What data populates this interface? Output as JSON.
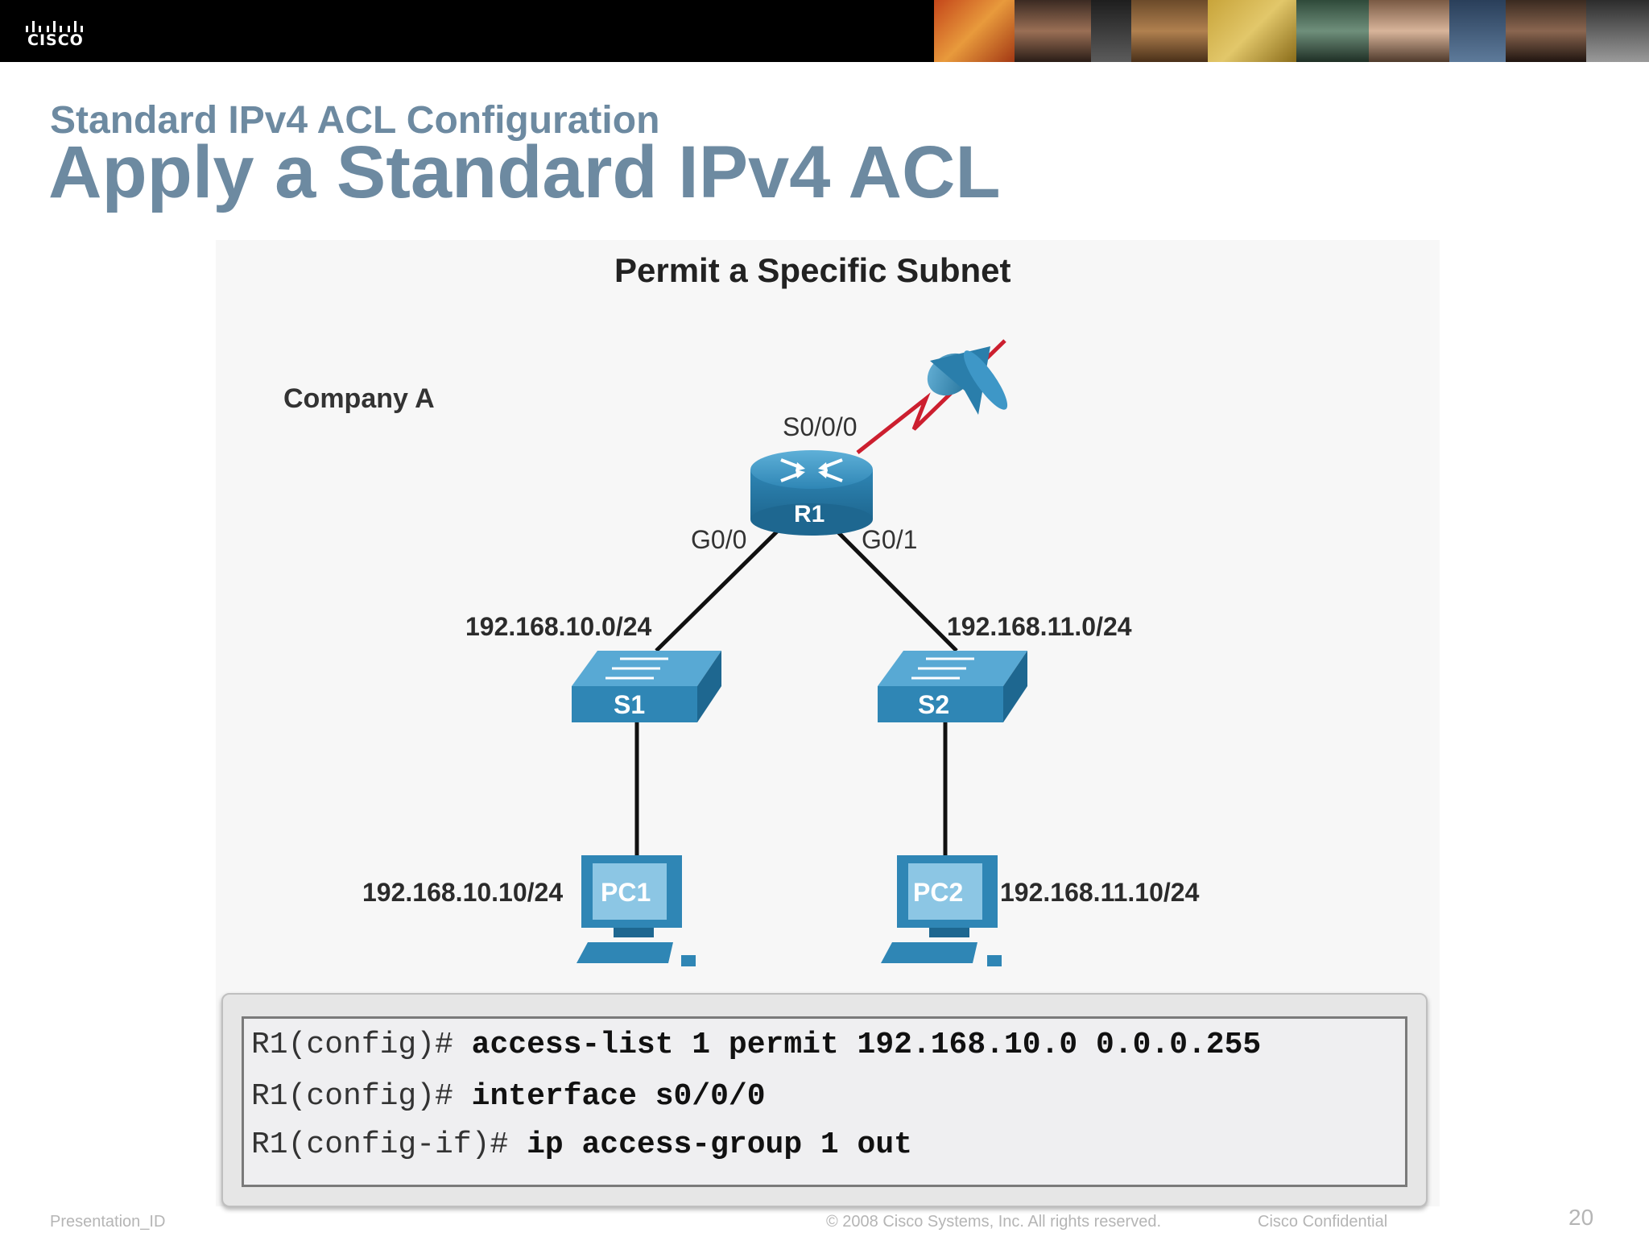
{
  "brand": {
    "logo_text": "CISCO"
  },
  "header": {
    "eyebrow": "Standard IPv4 ACL Configuration",
    "title": "Apply a Standard IPv4 ACL"
  },
  "diagram": {
    "title": "Permit a Specific Subnet",
    "company_label": "Company A",
    "router": {
      "name": "R1",
      "serial_if": "S0/0/0",
      "left_if": "G0/0",
      "right_if": "G0/1"
    },
    "switches": [
      {
        "name": "S1",
        "subnet": "192.168.10.0/24"
      },
      {
        "name": "S2",
        "subnet": "192.168.11.0/24"
      }
    ],
    "pcs": [
      {
        "name": "PC1",
        "ip": "192.168.10.10/24"
      },
      {
        "name": "PC2",
        "ip": "192.168.11.10/24"
      }
    ],
    "colors": {
      "device": "#2f86b5",
      "serial_link": "#cc1f2f",
      "link": "#111111"
    }
  },
  "config": {
    "lines": [
      {
        "prompt": "R1(config)# ",
        "command": "access-list 1 permit 192.168.10.0 0.0.0.255"
      },
      {
        "prompt": "R1(config)# ",
        "command": "interface s0/0/0"
      },
      {
        "prompt": "R1(config-if)# ",
        "command": "ip access-group 1 out"
      }
    ]
  },
  "footer": {
    "left": "Presentation_ID",
    "copyright": "© 2008 Cisco Systems, Inc. All rights reserved.",
    "confidential": "Cisco Confidential",
    "page_number": "20"
  }
}
